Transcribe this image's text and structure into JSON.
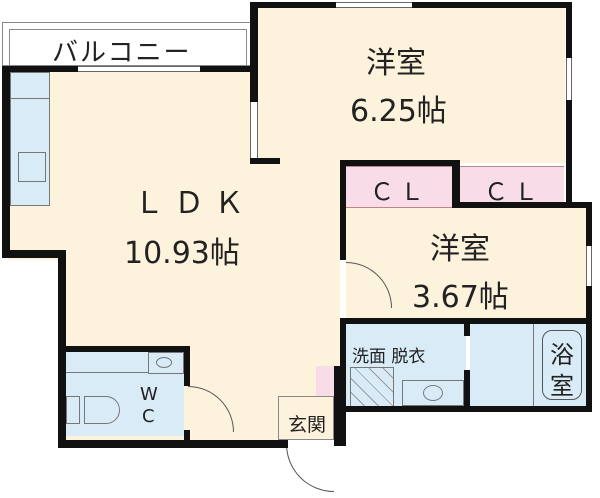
{
  "floorplan": {
    "balcony": {
      "label": "バルコニー"
    },
    "ldk": {
      "name": "ＬＤＫ",
      "size": "10.93帖"
    },
    "western_room_1": {
      "name": "洋室",
      "size": "6.25帖"
    },
    "western_room_2": {
      "name": "洋室",
      "size": "3.67帖"
    },
    "closet_1": {
      "label": "ＣＬ"
    },
    "closet_2": {
      "label": "ＣＬ"
    },
    "washroom": {
      "label": "洗面 脱衣"
    },
    "bath": {
      "label_top": "浴",
      "label_bottom": "室"
    },
    "wc": {
      "label_top": "W",
      "label_bottom": "C"
    },
    "entrance": {
      "label": "玄関"
    }
  },
  "colors": {
    "room": "#fdf3dd",
    "wet_area": "#d9ebf7",
    "closet": "#f8dde8",
    "wall": "#111111"
  }
}
